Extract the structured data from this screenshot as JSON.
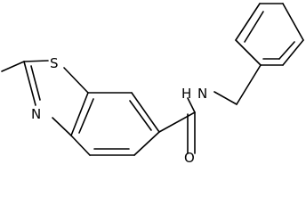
{
  "molecule": {
    "atoms": {
      "sulfur": "S",
      "thiazole_nitrogen": "N",
      "amide_nitrogen_h": "H",
      "amide_nitrogen": "N",
      "carbonyl_oxygen": "O"
    }
  }
}
